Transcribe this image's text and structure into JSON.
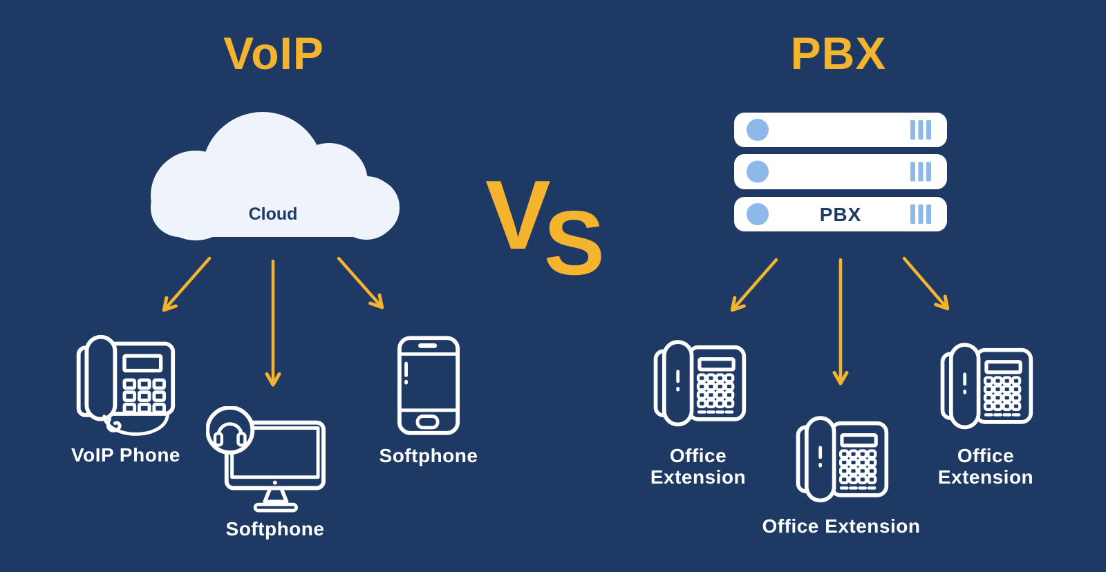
{
  "left": {
    "title": "VoIP",
    "cloud_label": "Cloud",
    "devices": [
      {
        "label": "VoIP Phone",
        "icon": "voip-desk-phone"
      },
      {
        "label": "Softphone",
        "icon": "desktop-with-headset"
      },
      {
        "label": "Softphone",
        "icon": "smartphone"
      }
    ]
  },
  "center": {
    "vs": {
      "v": "V",
      "s": "S"
    }
  },
  "right": {
    "title": "PBX",
    "server_label": "PBX",
    "server_units": 3,
    "devices": [
      {
        "label": "Office Extension",
        "icon": "office-desk-phone"
      },
      {
        "label": "Office Extension",
        "icon": "office-desk-phone"
      },
      {
        "label": "Office Extension",
        "icon": "office-desk-phone"
      }
    ]
  },
  "colors": {
    "background": "#1E3A64",
    "accent_yellow": "#F4B42E",
    "icon_white": "#FFFFFF",
    "cloud_fill": "#EFF4FC",
    "server_light_blue": "#8CB8EA",
    "dark_text_on_light": "#1E3A64"
  }
}
